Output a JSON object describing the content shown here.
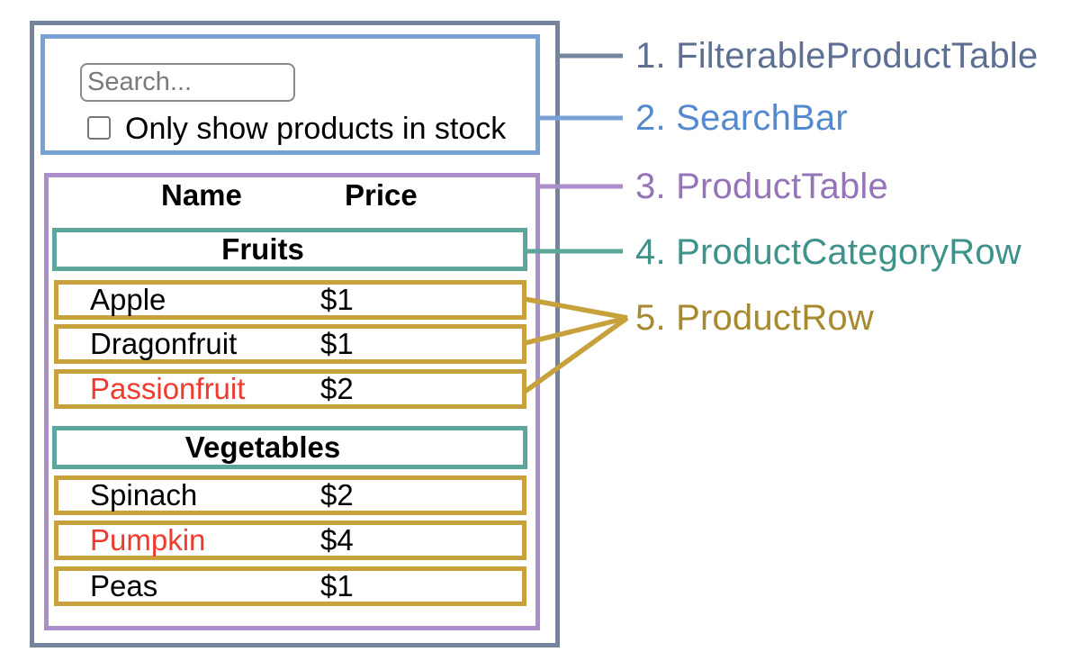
{
  "colors": {
    "outline_1": "#75849E",
    "outline_2": "#78A2D6",
    "outline_3": "#AC8ECB",
    "outline_4": "#5CA69C",
    "outline_5": "#C6A13C",
    "label_1": "#5D6F92",
    "label_2": "#5589CD",
    "label_3": "#9674B8",
    "label_4": "#3E928A",
    "label_5": "#A78A2F",
    "red": "#EF3B2D"
  },
  "diagram": {
    "search_bar": {
      "input_placeholder": "Search...",
      "input_value": "",
      "checkbox_checked": false,
      "checkbox_label": "Only show products in stock"
    },
    "product_table": {
      "headers": {
        "name": "Name",
        "price": "Price"
      },
      "sections": [
        {
          "category": "Fruits",
          "rows": [
            {
              "name": "Apple",
              "price": "$1",
              "out_of_stock": false
            },
            {
              "name": "Dragonfruit",
              "price": "$1",
              "out_of_stock": false
            },
            {
              "name": "Passionfruit",
              "price": "$2",
              "out_of_stock": true
            }
          ]
        },
        {
          "category": "Vegetables",
          "rows": [
            {
              "name": "Spinach",
              "price": "$2",
              "out_of_stock": false
            },
            {
              "name": "Pumpkin",
              "price": "$4",
              "out_of_stock": true
            },
            {
              "name": "Peas",
              "price": "$1",
              "out_of_stock": false
            }
          ]
        }
      ]
    }
  },
  "legend": [
    {
      "label": "1. FilterableProductTable"
    },
    {
      "label": "2. SearchBar"
    },
    {
      "label": "3. ProductTable"
    },
    {
      "label": "4. ProductCategoryRow"
    },
    {
      "label": "5. ProductRow"
    }
  ]
}
